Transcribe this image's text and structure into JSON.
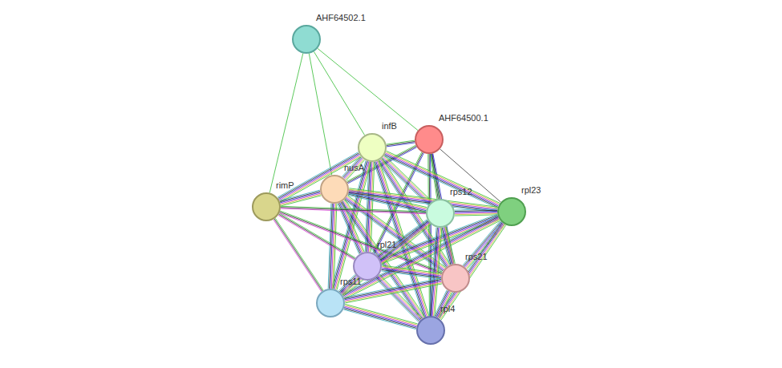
{
  "diagram": {
    "nodes": [
      {
        "text": [
          "AHF64502.1"
        ]
      },
      {
        "text": [
          "AHF64500.1"
        ]
      },
      {
        "text": [
          "infB"
        ]
      },
      {
        "text": [
          "nusA"
        ]
      },
      {
        "text": [
          "rimP"
        ]
      },
      {
        "text": [
          "rpl23"
        ]
      },
      {
        "text": [
          "rps12"
        ]
      },
      {
        "text": [
          "rpl21"
        ]
      },
      {
        "text": [
          "rps21"
        ]
      },
      {
        "text": [
          "rps11"
        ]
      },
      {
        "text": [
          "rpl4"
        ]
      }
    ],
    "edges": [
      {
        "from": 0,
        "to": 1,
        "arrow": "none"
      },
      {
        "from": 0,
        "to": 2,
        "arrow": "none"
      },
      {
        "from": 0,
        "to": 3,
        "arrow": "none"
      },
      {
        "from": 0,
        "to": 4,
        "arrow": "none"
      },
      {
        "from": 1,
        "to": 2,
        "arrow": "none"
      },
      {
        "from": 1,
        "to": 3,
        "arrow": "none"
      },
      {
        "from": 1,
        "to": 6,
        "arrow": "none"
      },
      {
        "from": 1,
        "to": 5,
        "arrow": "none"
      },
      {
        "from": 1,
        "to": 8,
        "arrow": "none"
      },
      {
        "from": 1,
        "to": 10,
        "arrow": "none"
      },
      {
        "from": 1,
        "to": 7,
        "arrow": "none"
      },
      {
        "from": 2,
        "to": 3,
        "arrow": "none"
      },
      {
        "from": 2,
        "to": 4,
        "arrow": "none"
      },
      {
        "from": 2,
        "to": 6,
        "arrow": "none"
      },
      {
        "from": 2,
        "to": 5,
        "arrow": "none"
      },
      {
        "from": 2,
        "to": 7,
        "arrow": "none"
      },
      {
        "from": 2,
        "to": 8,
        "arrow": "none"
      },
      {
        "from": 2,
        "to": 9,
        "arrow": "none"
      },
      {
        "from": 2,
        "to": 10,
        "arrow": "none"
      },
      {
        "from": 3,
        "to": 4,
        "arrow": "none"
      },
      {
        "from": 3,
        "to": 6,
        "arrow": "none"
      },
      {
        "from": 3,
        "to": 5,
        "arrow": "none"
      },
      {
        "from": 3,
        "to": 7,
        "arrow": "none"
      },
      {
        "from": 3,
        "to": 8,
        "arrow": "none"
      },
      {
        "from": 3,
        "to": 9,
        "arrow": "none"
      },
      {
        "from": 3,
        "to": 10,
        "arrow": "none"
      },
      {
        "from": 4,
        "to": 6,
        "arrow": "none"
      },
      {
        "from": 4,
        "to": 9,
        "arrow": "none"
      },
      {
        "from": 4,
        "to": 7,
        "arrow": "none"
      },
      {
        "from": 4,
        "to": 8,
        "arrow": "none"
      },
      {
        "from": 5,
        "to": 6,
        "arrow": "none"
      },
      {
        "from": 5,
        "to": 7,
        "arrow": "none"
      },
      {
        "from": 5,
        "to": 8,
        "arrow": "none"
      },
      {
        "from": 5,
        "to": 9,
        "arrow": "none"
      },
      {
        "from": 5,
        "to": 10,
        "arrow": "none"
      },
      {
        "from": 6,
        "to": 7,
        "arrow": "none"
      },
      {
        "from": 6,
        "to": 8,
        "arrow": "none"
      },
      {
        "from": 6,
        "to": 9,
        "arrow": "none"
      },
      {
        "from": 6,
        "to": 10,
        "arrow": "none"
      },
      {
        "from": 7,
        "to": 8,
        "arrow": "none"
      },
      {
        "from": 7,
        "to": 9,
        "arrow": "none"
      },
      {
        "from": 7,
        "to": 10,
        "arrow": "none"
      },
      {
        "from": 8,
        "to": 9,
        "arrow": "none"
      },
      {
        "from": 8,
        "to": 10,
        "arrow": "none"
      },
      {
        "from": 9,
        "to": 10,
        "arrow": "none"
      }
    ]
  }
}
